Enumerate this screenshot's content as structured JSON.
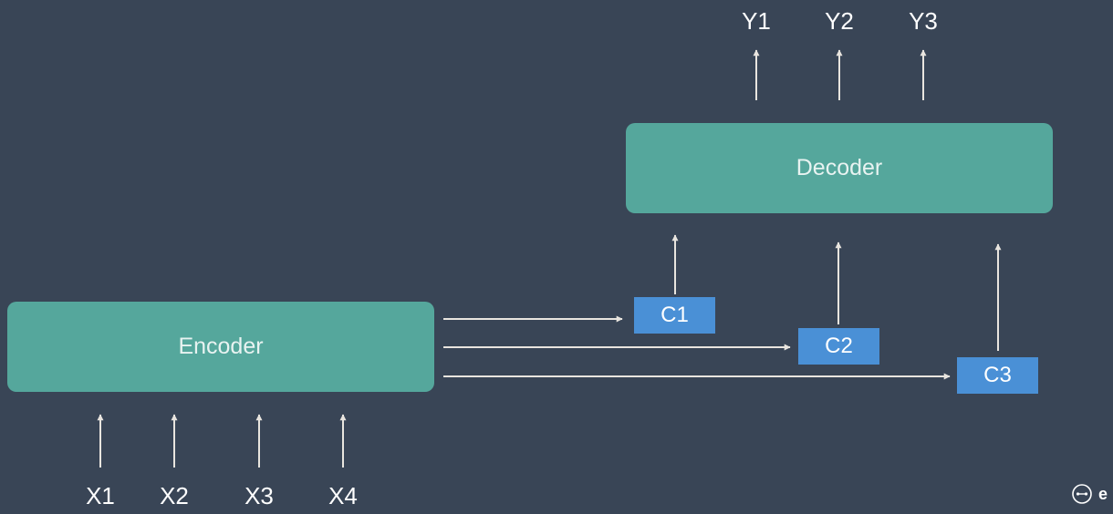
{
  "colors": {
    "background": "#394556",
    "block": "#55a79c",
    "context": "#4a90d6",
    "arrow": "#e9e5df",
    "text": "#ffffff"
  },
  "encoder": {
    "label": "Encoder"
  },
  "decoder": {
    "label": "Decoder"
  },
  "inputs": [
    "X1",
    "X2",
    "X3",
    "X4"
  ],
  "outputs": [
    "Y1",
    "Y2",
    "Y3"
  ],
  "contexts": [
    "C1",
    "C2",
    "C3"
  ],
  "logo": {
    "icon": "link-circle-icon",
    "text": "e"
  }
}
